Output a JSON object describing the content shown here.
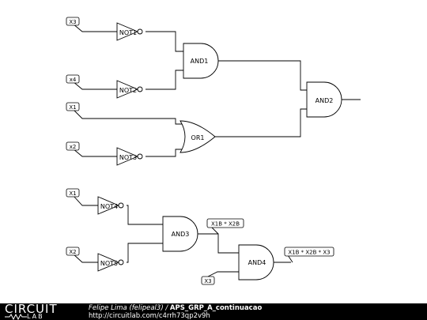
{
  "inputs": {
    "x3": "X3",
    "x4": "x4",
    "x1": "X1",
    "x2": "x2",
    "x1b": "X1",
    "x2b": "X2",
    "x3b": "X3"
  },
  "gates": {
    "not1": "NOT1",
    "not2": "NOT2",
    "not3": "NOT3",
    "not4": "NOT4",
    "not5": "NOT5",
    "and1": "AND1",
    "and2": "AND2",
    "and3": "AND3",
    "and4": "AND4",
    "or1": "OR1"
  },
  "probes": {
    "p1": "X1B * X2B",
    "p2": "X1B * X2B * X3"
  },
  "footer": {
    "author": "Felipe Lima (felipeal3)",
    "separator": "/",
    "project": "APS_GRP_A_continuacao",
    "url": "http://circuitlab.com/c4rrh73qp2v9h",
    "logo_top": "CIRCUIT",
    "logo_bottom": "LAB"
  }
}
